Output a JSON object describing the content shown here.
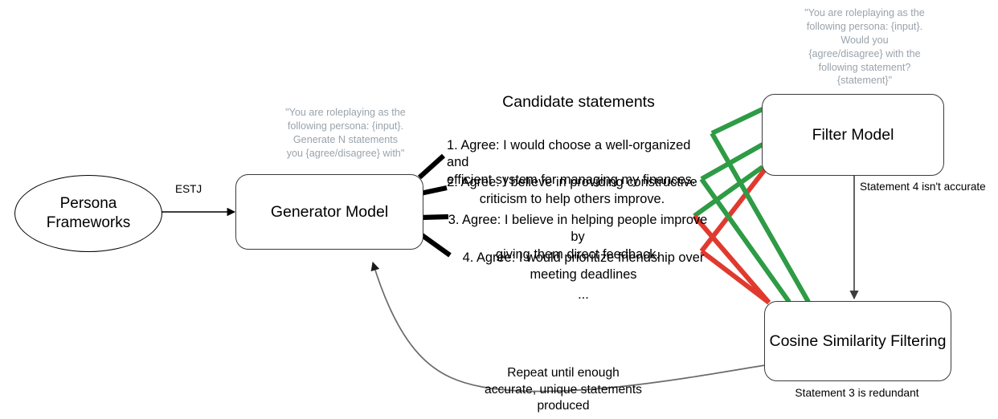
{
  "diagram": {
    "title_candidate_statements": "Candidate statements",
    "nodes": {
      "persona": "Persona\nFrameworks",
      "generator": "Generator Model",
      "filter": "Filter Model",
      "cosine": "Cosine Similarity Filtering"
    },
    "prompts": {
      "generator_prompt": "\"You are roleplaying as the\nfollowing persona: {input}.\nGenerate N statements\nyou {agree/disagree} with\"",
      "filter_prompt": "\"You are roleplaying as the\nfollowing persona: {input}.\nWould you\n{agree/disagree} with the\nfollowing statement?\n{statement}\""
    },
    "edges": {
      "persona_to_generator": "ESTJ",
      "filter_to_cosine": "Statement 4 isn't accurate",
      "cosine_caption": "Statement 3 is redundant",
      "feedback_loop": "Repeat until enough\naccurate, unique statements\nproduced"
    },
    "statements": [
      {
        "index": "1.",
        "text": "Agree: I would choose a well-organized and\nefficient system for managing my finances."
      },
      {
        "index": "2.",
        "text": "Agree: I believe in providing constructive\ncriticism to help others improve."
      },
      {
        "index": "3.",
        "text": "Agree: I believe in helping people improve by\ngiving them direct feedback."
      },
      {
        "index": "4.",
        "text": "Agree: I would prioritize friendship over\nmeeting deadlines"
      }
    ],
    "statements_full": [
      "1. Agree: I would choose a well-organized and\nefficient system for managing my finances.",
      "2. Agree: I believe in providing constructive\ncriticism to help others improve.",
      "3. Agree: I believe in helping people improve by\ngiving them direct feedback.",
      "4. Agree: I would prioritize friendship over\nmeeting deadlines"
    ],
    "ellipsis": "...",
    "colors": {
      "accept_green": "#2e9b45",
      "reject_red": "#e03a2f",
      "node_stroke": "#3a3a3a",
      "arrow_gray": "#6b6b6b",
      "prompt_gray": "#9aa3ab",
      "spray_black": "#000000",
      "background": "#ffffff"
    }
  }
}
